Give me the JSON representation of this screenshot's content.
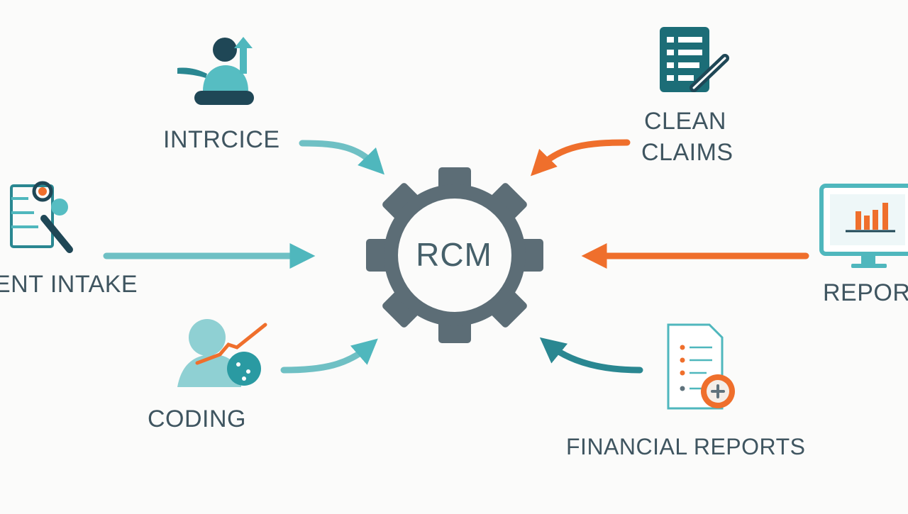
{
  "diagram": {
    "center": {
      "label": "RCM"
    },
    "nodes": {
      "intake_top": {
        "label": "INTRCICE"
      },
      "patient_intake": {
        "label": "ENT INTAKE"
      },
      "coding": {
        "label": "CODING"
      },
      "clean_claims": {
        "label_line1": "CLEAN",
        "label_line2": "CLAIMS"
      },
      "reporting": {
        "label": "REPOR"
      },
      "financial_reports": {
        "label": "FINANCIAL REPORTS"
      }
    }
  },
  "colors": {
    "teal": "#4fb7bd",
    "dark_teal": "#1c6d77",
    "navy": "#1f4756",
    "gray": "#5f727c",
    "orange": "#ef6f2c"
  },
  "icons": {
    "intake_top": "person-growth-icon",
    "patient_intake": "search-document-icon",
    "coding": "person-chart-icon",
    "clean_claims": "document-pen-icon",
    "reporting": "monitor-chart-icon",
    "financial_reports": "report-badge-icon"
  }
}
